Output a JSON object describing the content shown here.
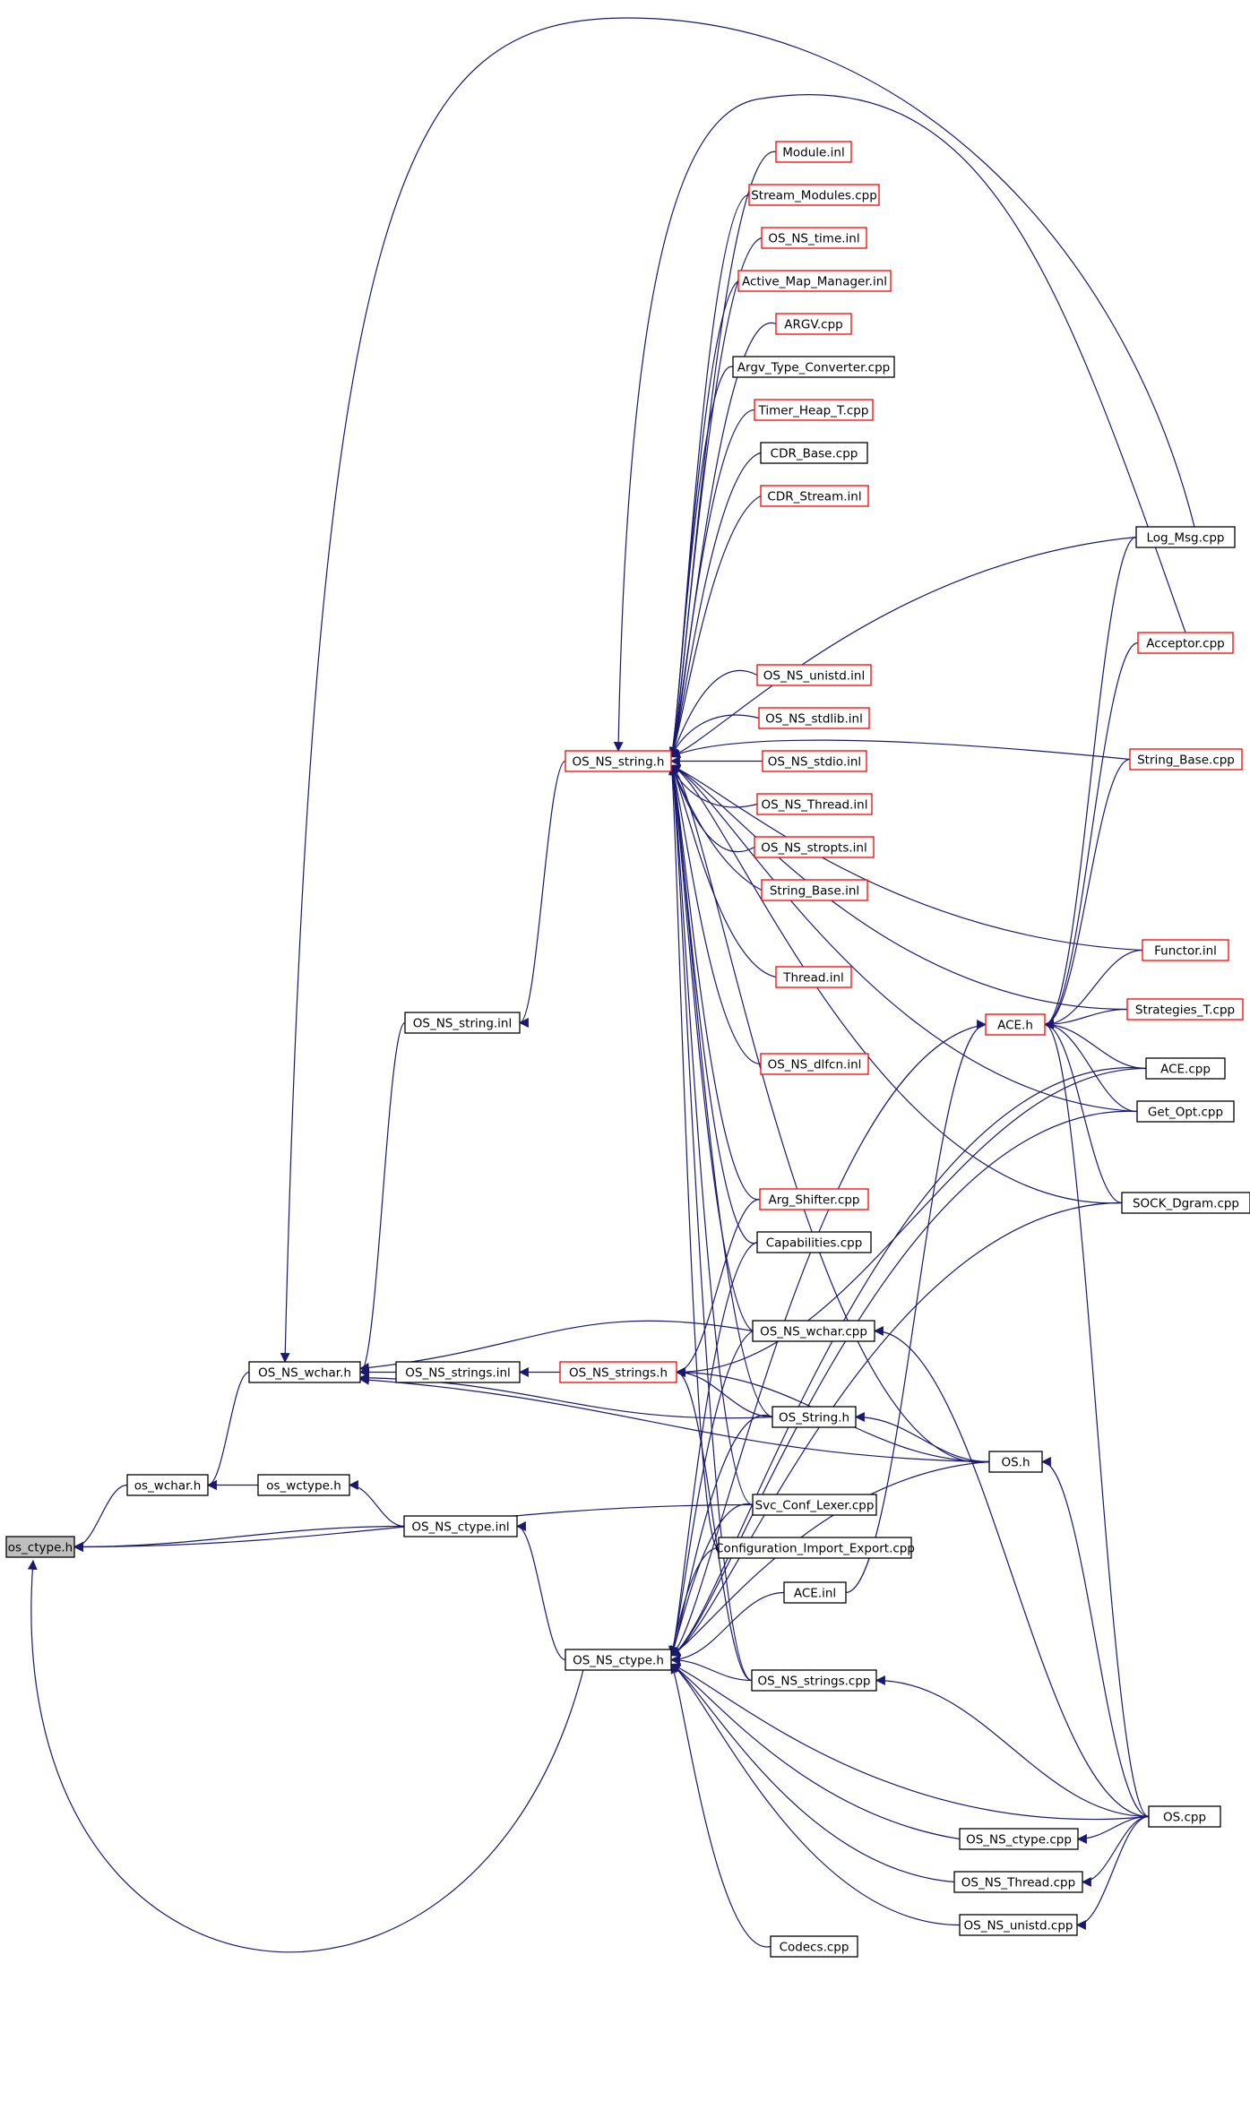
{
  "diagram": {
    "colors": {
      "edge": "#191970",
      "border": "#000000",
      "link_border": "#ff0000",
      "root_fill": "#bfbfbf"
    },
    "nodes": [
      {
        "id": "os_ctype_h",
        "label": "os_ctype.h"
      },
      {
        "id": "os_wchar_h",
        "label": "os_wchar.h"
      },
      {
        "id": "os_wctype_h",
        "label": "os_wctype.h"
      },
      {
        "id": "OS_NS_ctype_inl",
        "label": "OS_NS_ctype.inl"
      },
      {
        "id": "OS_NS_wchar_h",
        "label": "OS_NS_wchar.h"
      },
      {
        "id": "OS_NS_strings_inl",
        "label": "OS_NS_strings.inl"
      },
      {
        "id": "OS_NS_strings_h",
        "label": "OS_NS_strings.h"
      },
      {
        "id": "OS_NS_string_inl",
        "label": "OS_NS_string.inl"
      },
      {
        "id": "OS_NS_string_h",
        "label": "OS_NS_string.h"
      },
      {
        "id": "OS_NS_ctype_h",
        "label": "OS_NS_ctype.h"
      },
      {
        "id": "Module_inl",
        "label": "Module.inl"
      },
      {
        "id": "Stream_Modules_cpp",
        "label": "Stream_Modules.cpp"
      },
      {
        "id": "OS_NS_time_inl",
        "label": "OS_NS_time.inl"
      },
      {
        "id": "Active_Map_Manager_inl",
        "label": "Active_Map_Manager.inl"
      },
      {
        "id": "ARGV_cpp",
        "label": "ARGV.cpp"
      },
      {
        "id": "Argv_Type_Converter_cpp",
        "label": "Argv_Type_Converter.cpp"
      },
      {
        "id": "Timer_Heap_T_cpp",
        "label": "Timer_Heap_T.cpp"
      },
      {
        "id": "CDR_Base_cpp",
        "label": "CDR_Base.cpp"
      },
      {
        "id": "CDR_Stream_inl",
        "label": "CDR_Stream.inl"
      },
      {
        "id": "OS_NS_unistd_inl",
        "label": "OS_NS_unistd.inl"
      },
      {
        "id": "OS_NS_stdlib_inl",
        "label": "OS_NS_stdlib.inl"
      },
      {
        "id": "OS_NS_stdio_inl",
        "label": "OS_NS_stdio.inl"
      },
      {
        "id": "OS_NS_Thread_inl",
        "label": "OS_NS_Thread.inl"
      },
      {
        "id": "OS_NS_stropts_inl",
        "label": "OS_NS_stropts.inl"
      },
      {
        "id": "String_Base_inl",
        "label": "String_Base.inl"
      },
      {
        "id": "Thread_inl",
        "label": "Thread.inl"
      },
      {
        "id": "OS_NS_dlfcn_inl",
        "label": "OS_NS_dlfcn.inl"
      },
      {
        "id": "Arg_Shifter_cpp",
        "label": "Arg_Shifter.cpp"
      },
      {
        "id": "Capabilities_cpp",
        "label": "Capabilities.cpp"
      },
      {
        "id": "OS_NS_wchar_cpp",
        "label": "OS_NS_wchar.cpp"
      },
      {
        "id": "OS_String_h",
        "label": "OS_String.h"
      },
      {
        "id": "Svc_Conf_Lexer_cpp",
        "label": "Svc_Conf_Lexer.cpp"
      },
      {
        "id": "Configuration_Import_Export_cpp",
        "label": "Configuration_Import_Export.cpp"
      },
      {
        "id": "ACE_inl",
        "label": "ACE.inl"
      },
      {
        "id": "OS_NS_strings_cpp",
        "label": "OS_NS_strings.cpp"
      },
      {
        "id": "OS_NS_ctype_cpp",
        "label": "OS_NS_ctype.cpp"
      },
      {
        "id": "OS_NS_Thread_cpp",
        "label": "OS_NS_Thread.cpp"
      },
      {
        "id": "OS_NS_unistd_cpp",
        "label": "OS_NS_unistd.cpp"
      },
      {
        "id": "Codecs_cpp",
        "label": "Codecs.cpp"
      },
      {
        "id": "ACE_h",
        "label": "ACE.h"
      },
      {
        "id": "OS_h",
        "label": "OS.h"
      },
      {
        "id": "Log_Msg_cpp",
        "label": "Log_Msg.cpp"
      },
      {
        "id": "Acceptor_cpp",
        "label": "Acceptor.cpp"
      },
      {
        "id": "String_Base_cpp",
        "label": "String_Base.cpp"
      },
      {
        "id": "Functor_inl",
        "label": "Functor.inl"
      },
      {
        "id": "Strategies_T_cpp",
        "label": "Strategies_T.cpp"
      },
      {
        "id": "ACE_cpp",
        "label": "ACE.cpp"
      },
      {
        "id": "Get_Opt_cpp",
        "label": "Get_Opt.cpp"
      },
      {
        "id": "SOCK_Dgram_cpp",
        "label": "SOCK_Dgram.cpp"
      },
      {
        "id": "OS_cpp",
        "label": "OS.cpp"
      }
    ]
  }
}
